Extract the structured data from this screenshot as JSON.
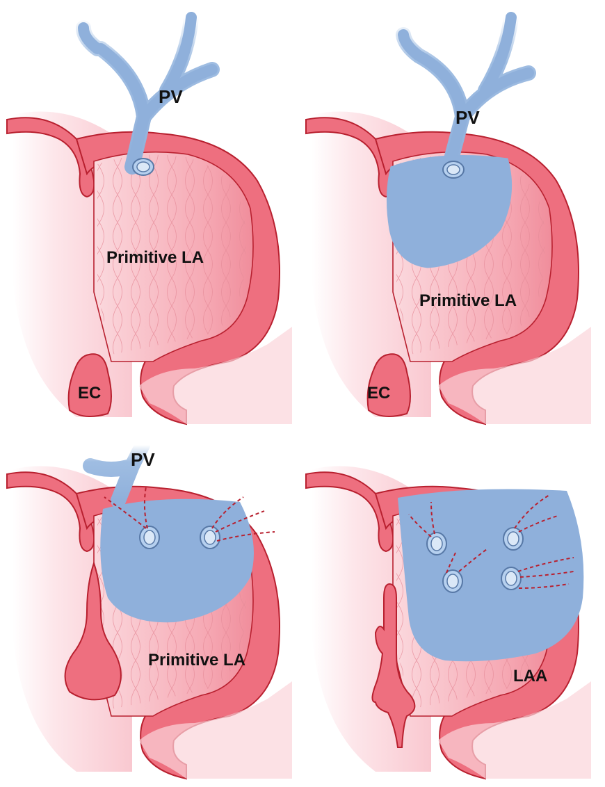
{
  "figure": {
    "panels": [
      {
        "id": "panel-1",
        "labels": {
          "vein": "PV",
          "atrium": "Primitive LA",
          "other": "EC"
        }
      },
      {
        "id": "panel-2",
        "labels": {
          "vein": "PV",
          "atrium": "Primitive LA",
          "other": "EC"
        }
      },
      {
        "id": "panel-3",
        "labels": {
          "vein": "PV",
          "atrium": "Primitive LA"
        }
      },
      {
        "id": "panel-4",
        "labels": {
          "appendage": "LAA"
        }
      }
    ]
  },
  "colors": {
    "tissue": "#ee6f7f",
    "tissue_light": "#f7b3bd",
    "tissue_pale": "#fde8eb",
    "outline": "#b8202f",
    "venous": "#8fb0db",
    "venous_outline": "#5778a6"
  }
}
